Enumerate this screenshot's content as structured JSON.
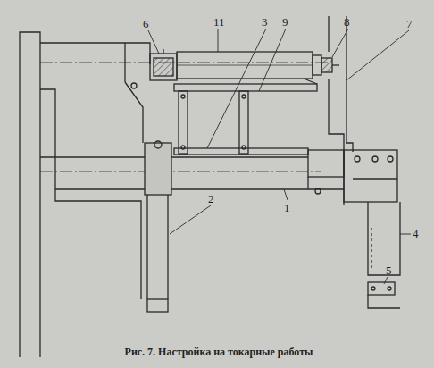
{
  "diagram": {
    "caption": "Рис. 7. Настройка на токарные работы",
    "labels": [
      "6",
      "11",
      "3",
      "9",
      "8",
      "7",
      "1",
      "2",
      "4",
      "5"
    ]
  }
}
